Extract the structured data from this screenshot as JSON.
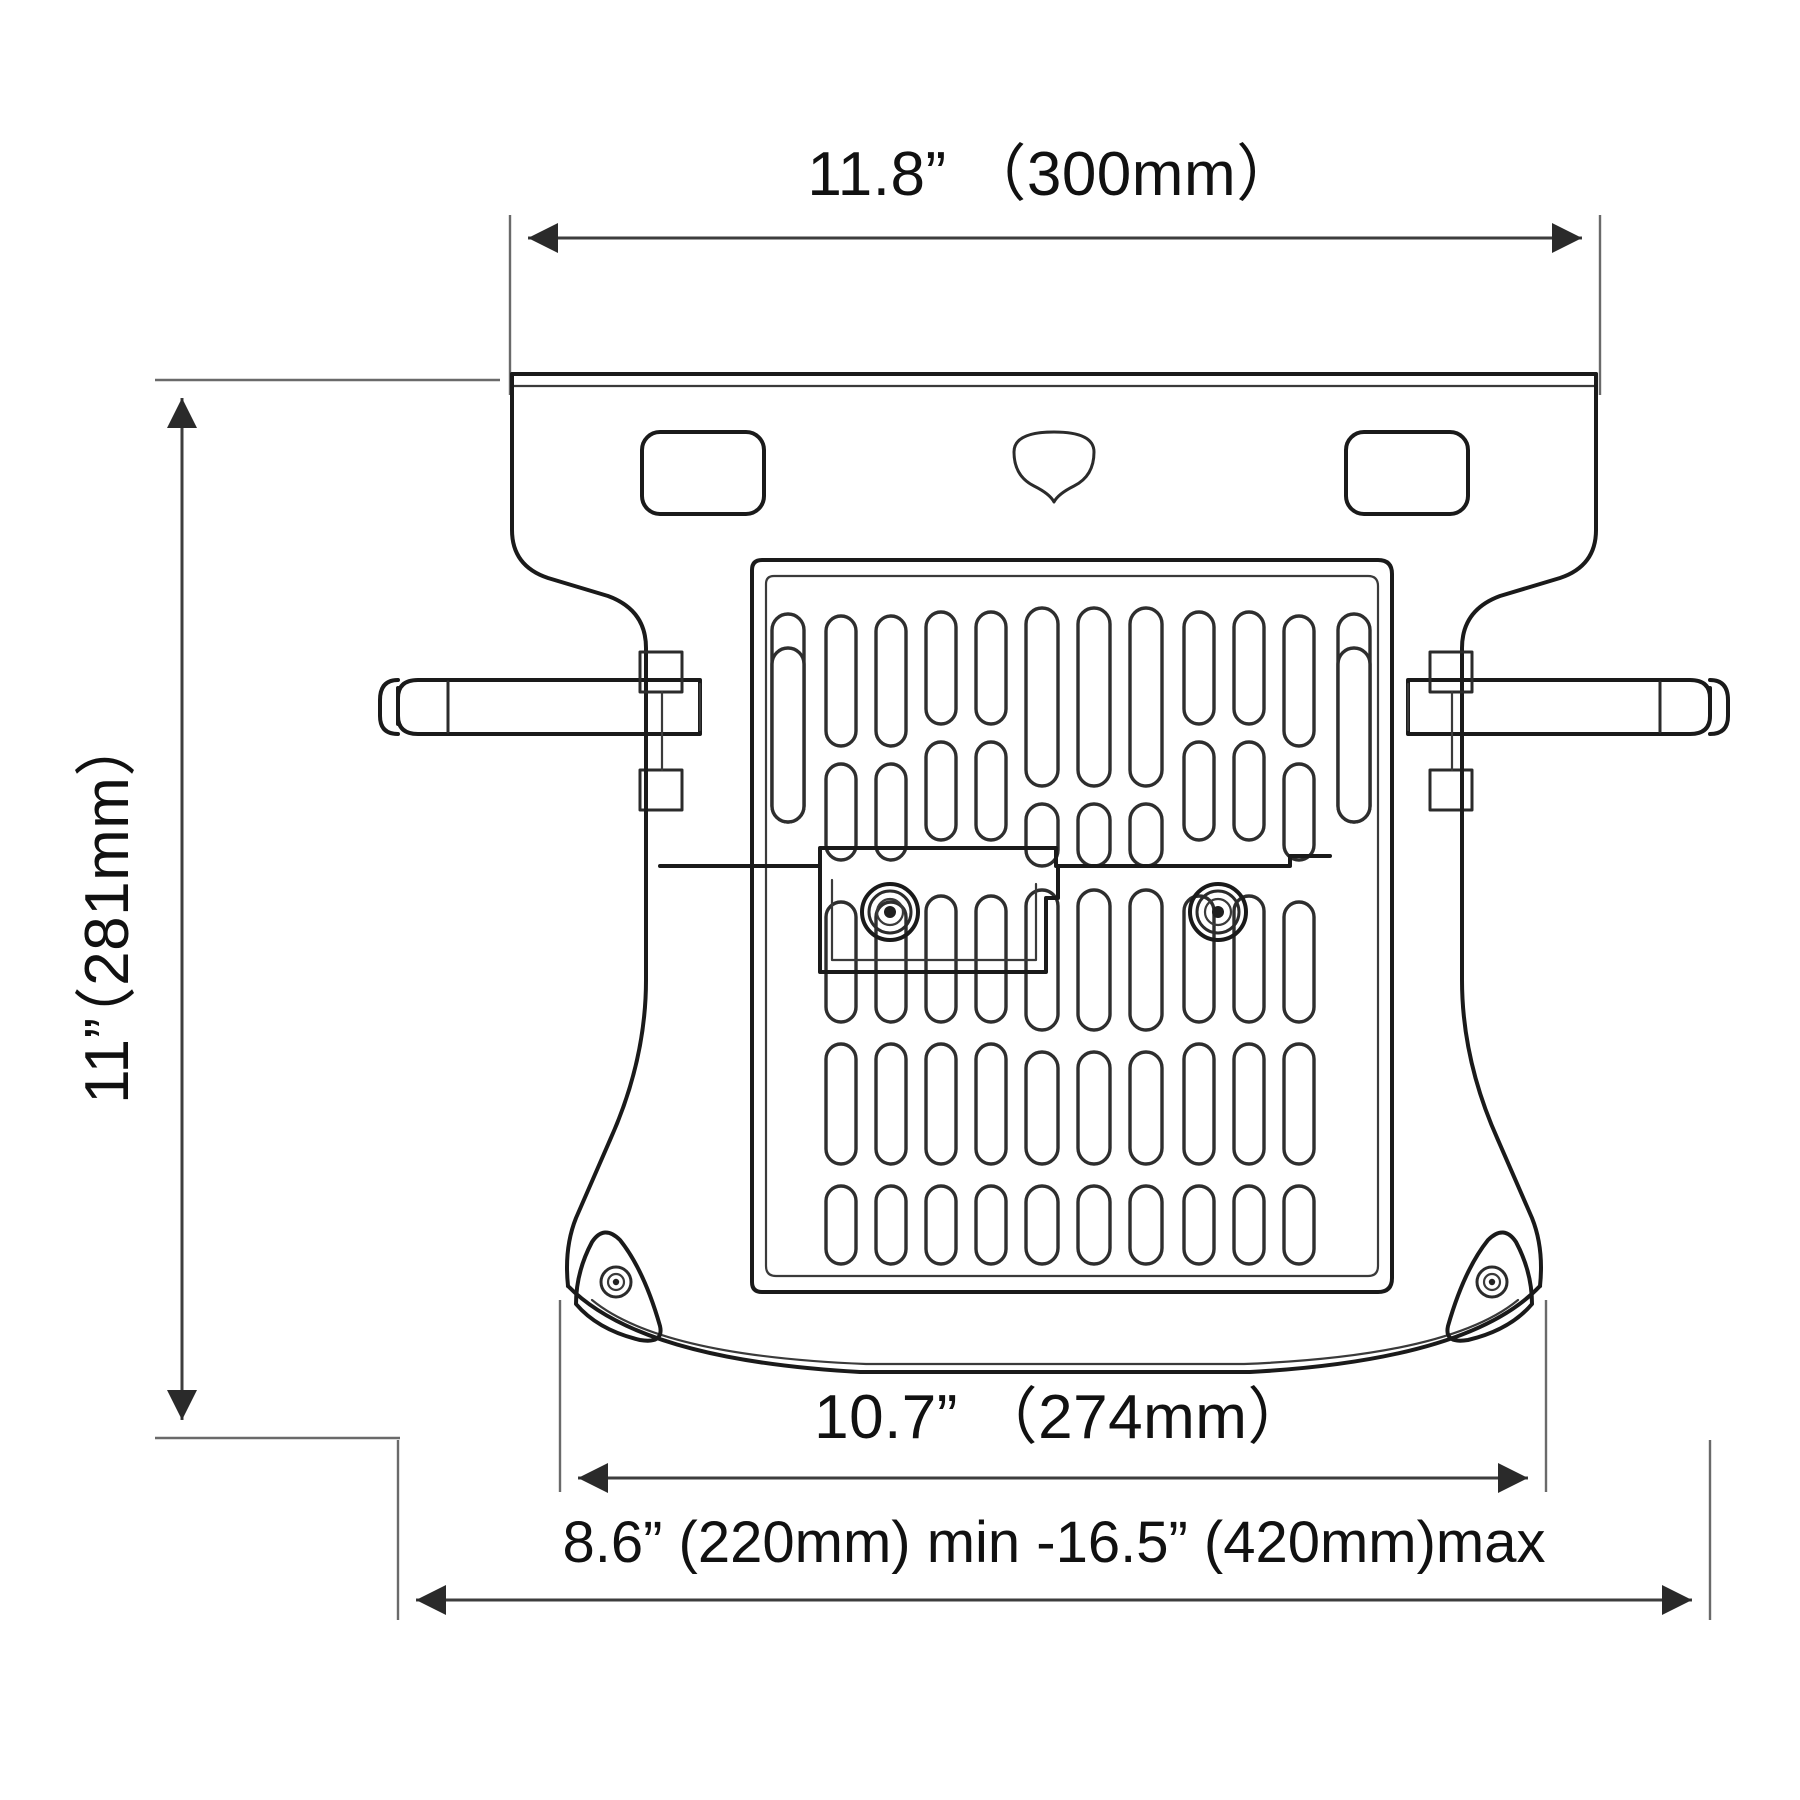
{
  "drawing": {
    "title": "Laptop tray mount dimension drawing",
    "view": "top view",
    "background_color": "#ffffff",
    "line_color": "#1a1a1a"
  },
  "dimensions": {
    "top_width": {
      "label": "11.8” （300mm）",
      "inches": "11.8”",
      "mm": "（300mm）",
      "value_in": 11.8,
      "value_mm": 300,
      "orientation": "horizontal",
      "position": "top"
    },
    "left_height": {
      "label": "11”（281mm）",
      "inches": "11”",
      "mm": "（281mm）",
      "value_in": 11,
      "value_mm": 281,
      "orientation": "vertical",
      "position": "left"
    },
    "tray_width": {
      "label": "10.7” （274mm）",
      "inches": "10.7”",
      "mm": "（274mm）",
      "value_in": 10.7,
      "value_mm": 274,
      "orientation": "horizontal",
      "position": "bottom-inner"
    },
    "adjust_range": {
      "label": "8.6” (220mm) min -16.5” (420mm)max",
      "min_in": "8.6”",
      "min_mm": "(220mm)",
      "min_suffix": "min",
      "max_in": "16.5”",
      "max_mm": "(420mm)",
      "max_suffix": "max",
      "value_min_in": 8.6,
      "value_min_mm": 220,
      "value_max_in": 16.5,
      "value_max_mm": 420,
      "orientation": "horizontal",
      "position": "bottom-outer"
    }
  },
  "parts": {
    "top_plate": "mounting-plate",
    "left_slot": "left-strap-slot",
    "right_slot": "right-strap-slot",
    "center_notch": "center-cable-notch",
    "tray": "ventilated-laptop-tray",
    "left_arm": "left-support-arm",
    "right_arm": "right-support-arm",
    "left_foot": "left-rubber-stop",
    "right_foot": "right-rubber-stop",
    "screw_left": "left-thumbscrew",
    "screw_right": "right-thumbscrew"
  }
}
